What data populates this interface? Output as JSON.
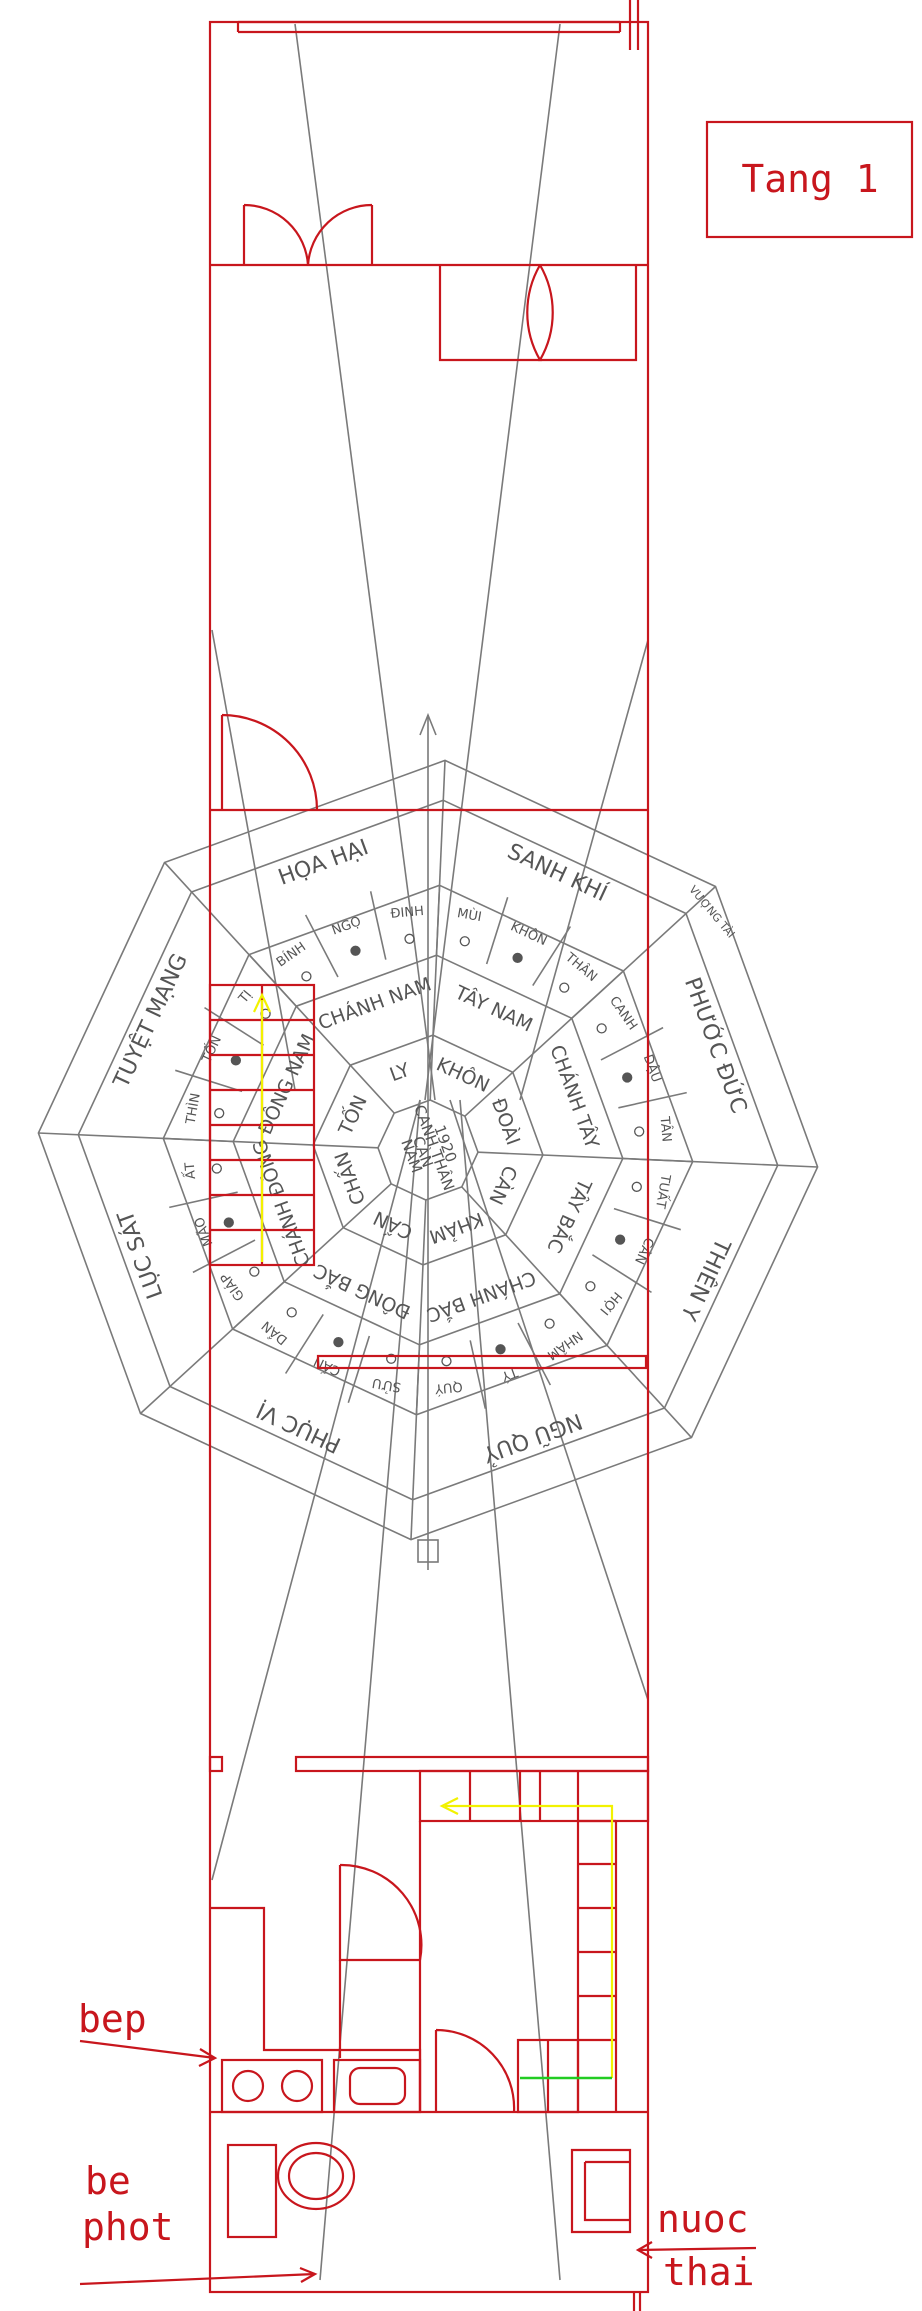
{
  "title_box": {
    "text": "Tang 1"
  },
  "center": {
    "lines": [
      "1920",
      "CANH THÂN",
      "CÀN",
      "NAM"
    ]
  },
  "inner_ring": [
    "LY",
    "KHÔN",
    "ĐOÀI",
    "CÀN",
    "KHẢM",
    "CẤN",
    "CHẤN",
    "TỐN"
  ],
  "middle_ring": [
    "CHÁNH NAM",
    "TÂY NAM",
    "CHÁNH TÂY",
    "TÂY BẮC",
    "CHÁNH BẮC",
    "ĐÔNG BẮC",
    "CHÁNH ĐÔNG",
    "ĐÔNG NAM"
  ],
  "mountains_ring": [
    "BÍNH",
    "NGỌ",
    "ĐINH",
    "MÙI",
    "KHÔN",
    "THÂN",
    "CANH",
    "DẬU",
    "TÂN",
    "TUẤT",
    "CÀN",
    "HỢI",
    "NHÂM",
    "TÝ",
    "QUÝ",
    "SỬU",
    "CẤN",
    "DẦN",
    "GIÁP",
    "MÃO",
    "ẤT",
    "THÌN",
    "TỐN",
    "TỊ"
  ],
  "stars_ring": [
    "HỌA HẠI",
    "SANH KHÍ",
    "PHƯỚC ĐỨC",
    "THIÊN Y",
    "NGŨ QUỶ",
    "PHỤC VỊ",
    "LỤC SÁT",
    "TUYỆT MẠNG"
  ],
  "outer_note": {
    "text": "VƯỢNG TÀI"
  },
  "labels": {
    "bep": "bep",
    "be": "be",
    "phot": "phot",
    "nuoc": "nuoc",
    "thai": "thai"
  }
}
